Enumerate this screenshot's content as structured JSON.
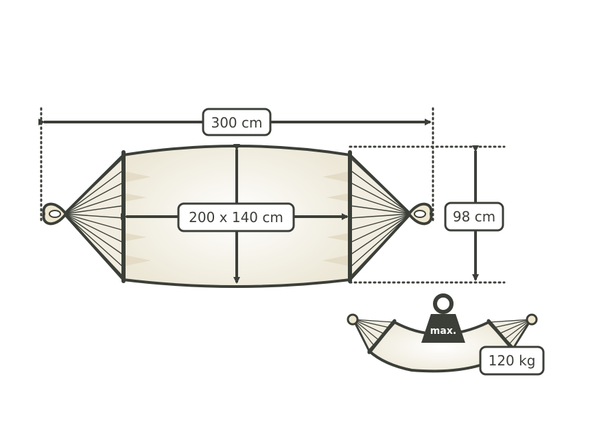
{
  "diagram": {
    "labels": {
      "total_length": "300 cm",
      "bed_size": "200 x 140 cm",
      "side_height": "98 cm",
      "weight_tag": "max.",
      "max_load": "120 kg"
    },
    "colors": {
      "outline": "#3b3f38",
      "fabric": "#f4f1e6",
      "fabric_shade": "#e4dcc6",
      "dotted_guides": "#3b3f38",
      "label_box": "#ffffff"
    }
  }
}
